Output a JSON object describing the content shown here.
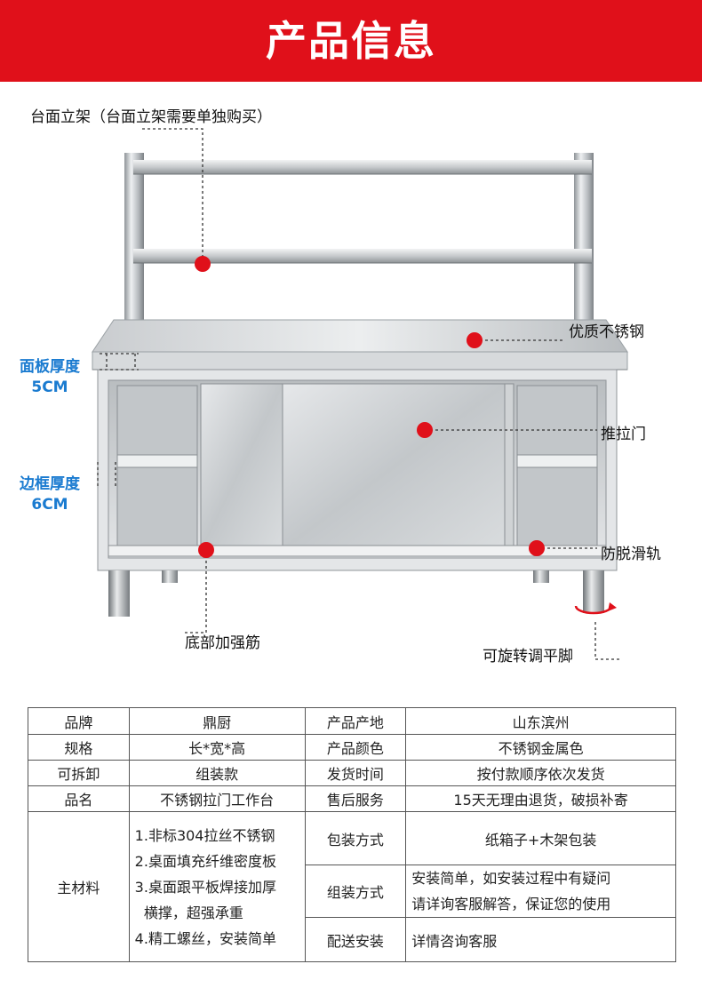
{
  "banner": {
    "title": "产品信息",
    "color": "#e0101a"
  },
  "annotations": {
    "stand": "台面立架（台面立架需要单独购买）",
    "steel": "优质不锈钢",
    "door": "推拉门",
    "rail": "防脱滑轨",
    "base": "底部加强筋",
    "foot": "可旋转调平脚",
    "panel_title": "面板厚度",
    "panel_value": "5CM",
    "frame_title": "边框厚度",
    "frame_value": "6CM"
  },
  "colors": {
    "marker": "#e0101a",
    "accent_blue": "#1a7bd0"
  },
  "spec": {
    "rows": [
      {
        "k1": "品牌",
        "v1": "鼎厨",
        "k2": "产品产地",
        "v2": "山东滨州"
      },
      {
        "k1": "规格",
        "v1": "长*宽*高",
        "k2": "产品颜色",
        "v2": "不锈钢金属色"
      },
      {
        "k1": "可拆卸",
        "v1": "组装款",
        "k2": "发货时间",
        "v2": "按付款顺序依次发货"
      },
      {
        "k1": "品名",
        "v1": "不锈钢拉门工作台",
        "k2": "售后服务",
        "v2": "15天无理由退货，破损补寄"
      }
    ],
    "material": {
      "label": "主材料",
      "lines": [
        "1.非标304拉丝不锈钢",
        "2.桌面填充纤维密度板",
        "3.桌面跟平板焊接加厚",
        "  横撑，超强承重",
        "4.精工螺丝，安装简单"
      ]
    },
    "packing_label": "包装方式",
    "packing_value": "纸箱子+木架包装",
    "assembly_label": "组装方式",
    "assembly_line1": "安装简单，如安装过程中有疑问",
    "assembly_line2": "请详询客服解答，保证您的使用",
    "delivery_label": "配送安装",
    "delivery_value": "详情咨询客服"
  }
}
